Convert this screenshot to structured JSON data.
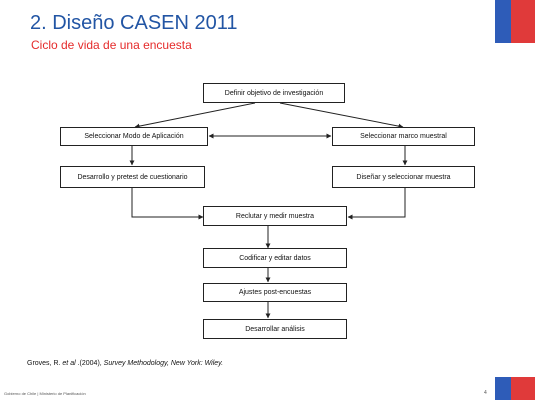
{
  "header": {
    "title": "2. Diseño CASEN 2011",
    "subtitle": "Ciclo de vida de una encuesta"
  },
  "flowchart": {
    "top": "Definir objetivo de investigación",
    "left_1": "Seleccionar Modo de Aplicación",
    "left_2": "Desarrollo y pretest de cuestionario",
    "right_1": "Seleccionar marco muestral",
    "right_2": "Diseñar y seleccionar muestra",
    "center_1": "Reclutar y medir muestra",
    "center_2": "Codificar y editar datos",
    "center_3": "Ajustes post-encuestas",
    "center_4": "Desarrollar análisis"
  },
  "reference": {
    "authors": "Groves, R.",
    "etal": "et al",
    "year": ".(2004),",
    "book": "Survey Methodology,",
    "publisher": "New York: Wiley."
  },
  "footer": {
    "text": "Gobierno de Chile | Ministerio de Planificación",
    "page": "4"
  },
  "colors": {
    "title": "#2255a4",
    "subtitle": "#e52b2b",
    "flag_blue": "#2e5cb8",
    "flag_red": "#e03a3a"
  }
}
